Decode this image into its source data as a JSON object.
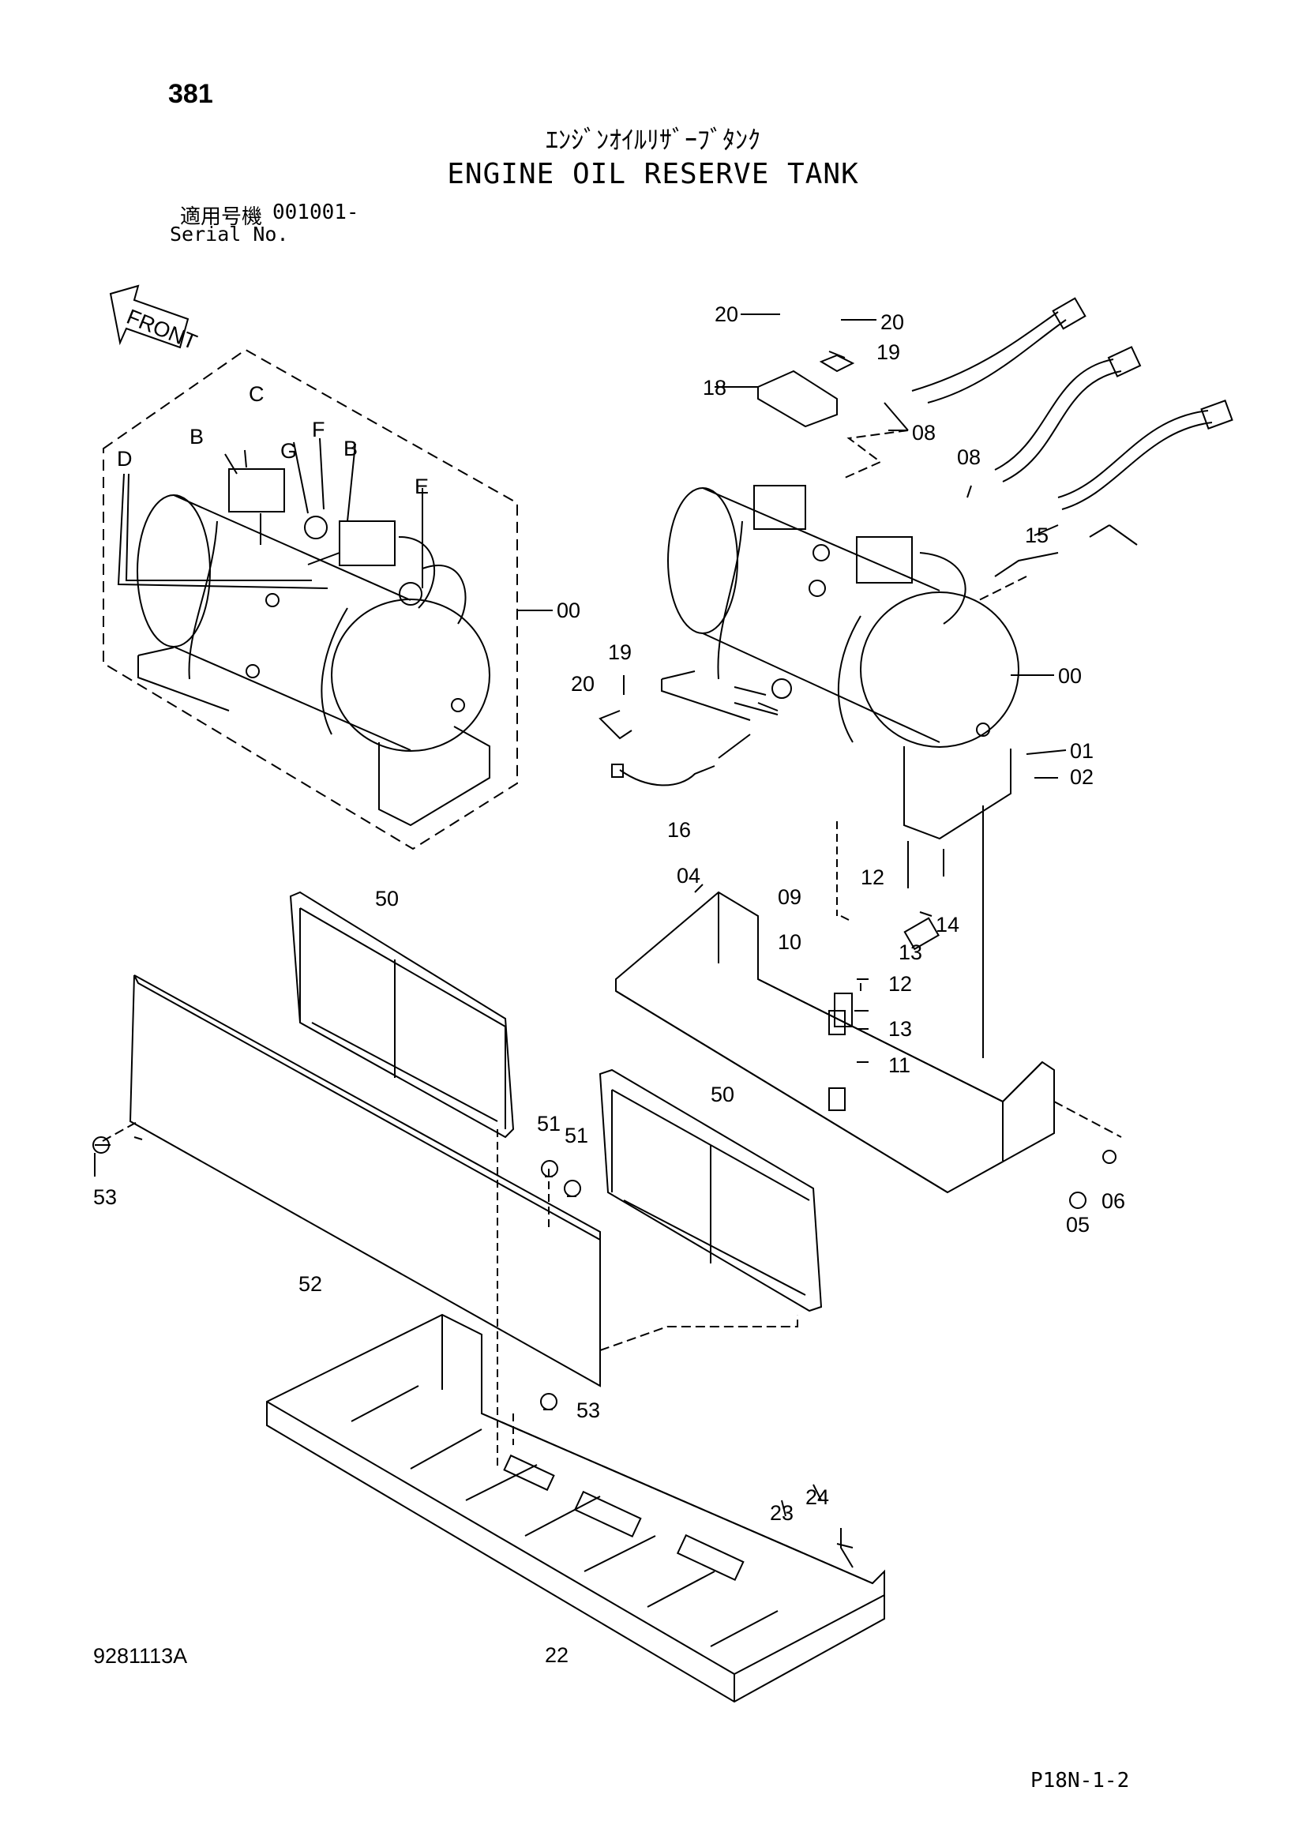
{
  "header": {
    "page_number": "381",
    "title_jp": "ｴﾝｼﾞﾝｵｲﾙﾘｻﾞｰﾌﾞﾀﾝｸ",
    "title_en": "ENGINE OIL RESERVE TANK",
    "serial_label_jp": "適用号機",
    "serial_value": "001001-",
    "serial_label_en": "Serial No."
  },
  "footer": {
    "drawing_number": "9281113A",
    "sheet_code": "P18N-1-2"
  },
  "direction_arrow": {
    "label": "FRONT"
  },
  "callouts": {
    "detail": [
      "C",
      "B",
      "F",
      "G",
      "B",
      "D",
      "E",
      "00"
    ],
    "parts_top": [
      "20",
      "20",
      "19",
      "18",
      "08",
      "08",
      "15",
      "00",
      "19",
      "20",
      "16",
      "01",
      "02"
    ],
    "parts_mid": [
      "04",
      "09",
      "12",
      "14",
      "10",
      "13",
      "12",
      "13",
      "11",
      "50",
      "50",
      "51",
      "51",
      "53",
      "05",
      "06",
      "52",
      "53"
    ],
    "parts_bottom": [
      "23",
      "24",
      "22"
    ]
  }
}
